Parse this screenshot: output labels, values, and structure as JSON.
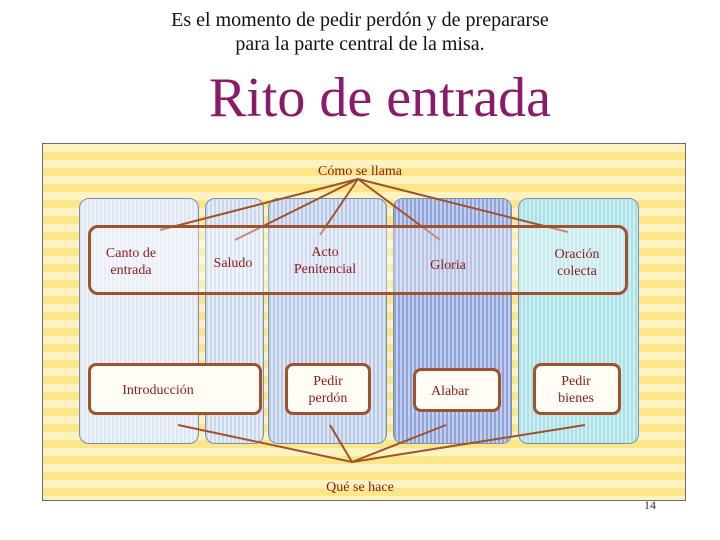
{
  "slide": {
    "subtitle_line1": "Es el momento de pedir perdón y de prepararse",
    "subtitle_line2": "para la parte central de la misa.",
    "title": "Rito de entrada",
    "page_number": "14"
  },
  "diagram": {
    "top_label": "Cómo se llama",
    "bottom_label": "Qué se hace",
    "names": [
      {
        "line1": "Canto de",
        "line2": "entrada"
      },
      {
        "line1": "Saludo",
        "line2": ""
      },
      {
        "line1": "Acto",
        "line2": "Penitencial"
      },
      {
        "line1": "Gloria",
        "line2": ""
      },
      {
        "line1": "Oración",
        "line2": "colecta"
      }
    ],
    "actions": [
      {
        "line1": "Introducción",
        "line2": ""
      },
      {
        "line1": "Pedir",
        "line2": "perdón"
      },
      {
        "line1": "Alabar",
        "line2": ""
      },
      {
        "line1": "Pedir",
        "line2": "bienes"
      }
    ],
    "colors": {
      "title": "#8b1a6b",
      "box_border": "#a0522d",
      "label_text": "#8b1a1a"
    }
  }
}
